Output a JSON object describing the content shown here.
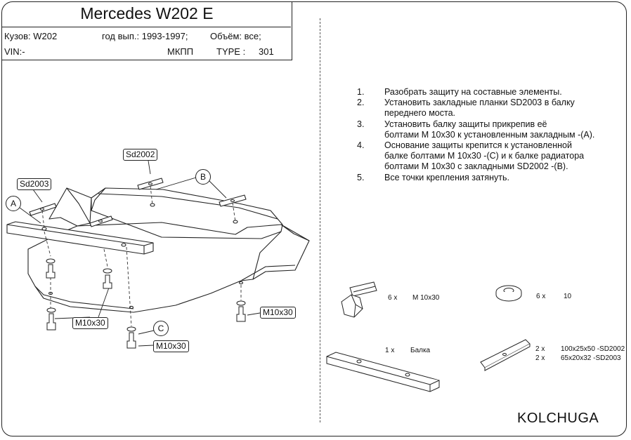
{
  "header": {
    "title": "Mercedes W202 E",
    "body_label": "Кузов: W202",
    "year_label": "год вып.: 1993-1997;",
    "volume_label": "Объём: все;",
    "vin_label": "VIN:-",
    "gearbox_label": "МКПП",
    "type_label": "TYPE :",
    "type_value": "301"
  },
  "instructions": [
    {
      "num": "1.",
      "lines": [
        "Разобрать защиту на составные элементы."
      ]
    },
    {
      "num": "2.",
      "lines": [
        "Установить закладные планки SD2003 в балку",
        "переднего моста."
      ]
    },
    {
      "num": "3.",
      "lines": [
        "Установить балку защиты прикрепив её",
        "болтами М 10х30 к установленным закладным -(А)."
      ]
    },
    {
      "num": "4.",
      "lines": [
        "Основание защиты крепится к установленной",
        "балке болтами М 10х30 -(С) и к балке радиатора",
        "болтами М 10х30 с закладными SD2002 -(В)."
      ]
    },
    {
      "num": "5.",
      "lines": [
        "Все точки крепления затянуть."
      ]
    }
  ],
  "callouts": {
    "sd2002": "Sd2002",
    "sd2003": "Sd2003",
    "a": "A",
    "b": "B",
    "c": "C",
    "bolt_left": "M10x30",
    "bolt_right": "M10x30",
    "bolt_bottom": "M10x30"
  },
  "parts": {
    "bolt_qty": "6 x",
    "bolt_spec": "M 10x30",
    "washer_qty": "6 x",
    "washer_spec": "10",
    "beam_qty": "1 x",
    "beam_name": "Балка",
    "plate1_qty": "2 x",
    "plate1_spec": "100x25x50 -SD2002",
    "plate2_qty": "2 x",
    "plate2_spec": "65x20x32 -SD2003"
  },
  "brand": "KOLCHUGA"
}
